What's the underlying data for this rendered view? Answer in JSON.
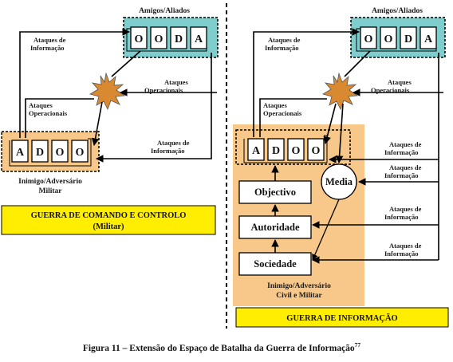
{
  "colors": {
    "teal": "#7fcdcd",
    "orange": "#f8c88a",
    "yellow": "#ffee00",
    "burst": "#d9892f",
    "line": "#000000"
  },
  "left": {
    "allies_label": "Amigos/Aliados",
    "ooda": [
      "O",
      "O",
      "D",
      "A"
    ],
    "adoo": [
      "A",
      "D",
      "O",
      "O"
    ],
    "enemy_label": [
      "Inimigo/Adversário",
      "Militar"
    ],
    "info_attack_top": [
      "Ataques de",
      "Informação"
    ],
    "op_attack_left": [
      "Ataques",
      "Operacionais"
    ],
    "op_attack_right": [
      "Ataques",
      "Operacionais"
    ],
    "info_attack_bottom": [
      "Ataques de",
      "Informação"
    ],
    "banner": [
      "GUERRA DE COMANDO E CONTROLO",
      "(Militar)"
    ]
  },
  "right": {
    "allies_label": "Amigos/Aliados",
    "ooda": [
      "O",
      "O",
      "D",
      "A"
    ],
    "adoo": [
      "A",
      "D",
      "O",
      "O"
    ],
    "info_attack_top": [
      "Ataques de",
      "Informação"
    ],
    "op_attack_left": [
      "Ataques",
      "Operacionais"
    ],
    "op_attack_right": [
      "Ataques",
      "Operacionais"
    ],
    "info_attacks": [
      [
        "Ataques de",
        "Informação"
      ],
      [
        "Ataques de",
        "Informação"
      ],
      [
        "Ataques de",
        "Informação"
      ],
      [
        "Ataques de",
        "Informação"
      ]
    ],
    "boxes": {
      "objectivo": "Objectivo",
      "autoridade": "Autoridade",
      "sociedade": "Sociedade",
      "media": "Media"
    },
    "enemy_label": [
      "Inimigo/Adversário",
      "Civil e Militar"
    ],
    "banner": "GUERRA DE INFORMAÇÃO"
  },
  "caption": {
    "text": "Figura 11 – Extensão do Espaço de Batalha da Guerra de Informação",
    "footnote": "77"
  }
}
